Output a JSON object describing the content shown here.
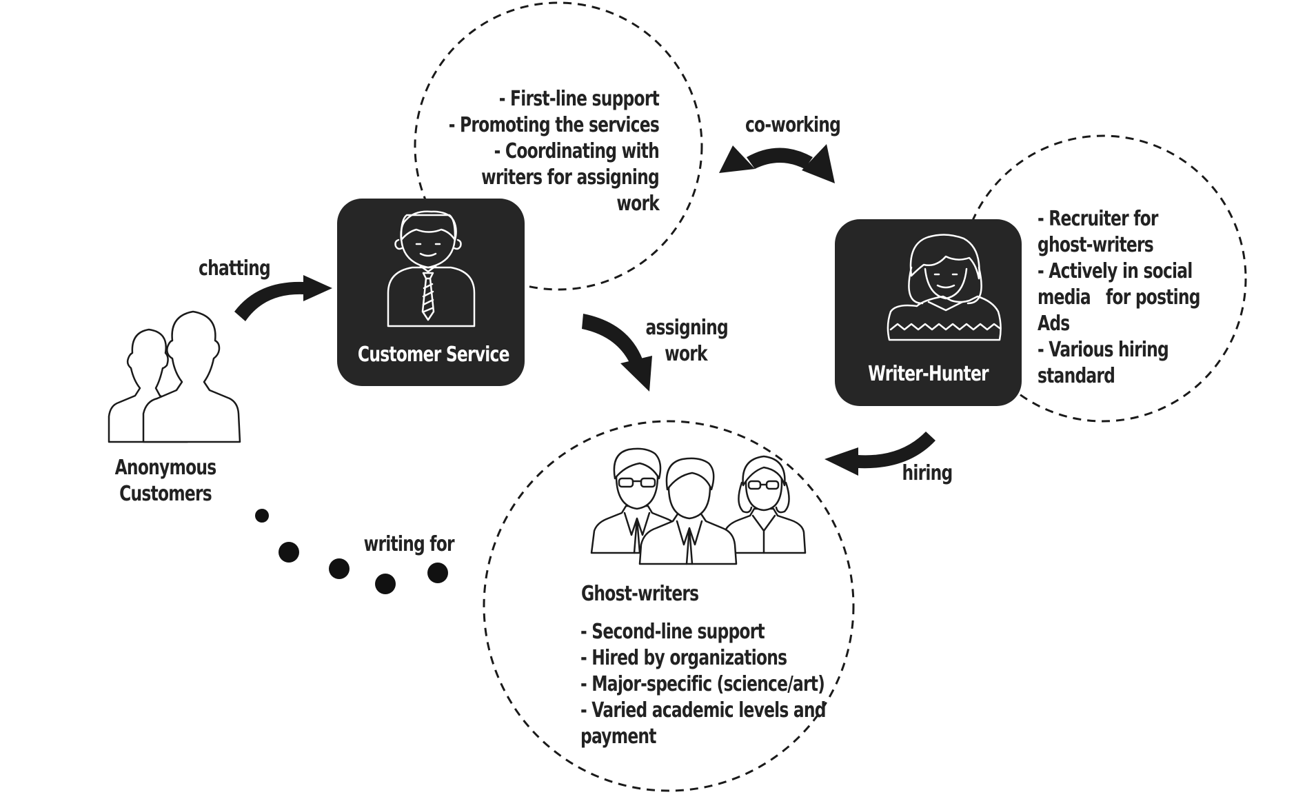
{
  "nodes": {
    "customer_service": {
      "title": "Customer Service"
    },
    "writer_hunter": {
      "title": "Writer-Hunter"
    },
    "anonymous_customers": {
      "line1": "Anonymous",
      "line2": "Customers"
    },
    "ghost_writers": {
      "title": "Ghost-writers"
    }
  },
  "bubbles": {
    "customer_service": [
      "- First-line support",
      "- Promoting the services",
      "- Coordinating with",
      "writers for assigning",
      "work"
    ],
    "writer_hunter": [
      "- Recruiter for",
      "ghost-writers",
      "- Actively in social",
      "media   for posting",
      "Ads",
      "- Various hiring",
      "standard"
    ],
    "ghost_writers": [
      "- Second-line support",
      "- Hired by organizations",
      "- Major-specific (science/art)",
      "- Varied academic levels and",
      "payment"
    ]
  },
  "edges": {
    "chatting": "chatting",
    "co_working": "co-working",
    "assigning_line1": "assigning",
    "assigning_line2": "work",
    "hiring": "hiring",
    "writing_for": "writing for"
  },
  "colors": {
    "box": "#262626",
    "ink": "#1a1a1a",
    "text": "#222222",
    "background": "#ffffff"
  }
}
